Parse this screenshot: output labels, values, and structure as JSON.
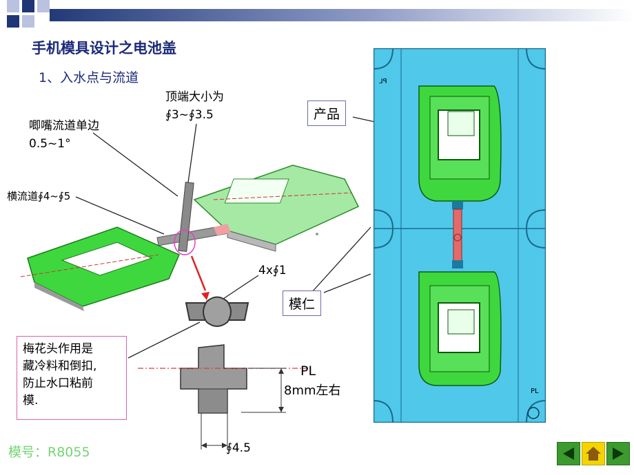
{
  "title": "手机模具设计之电池盖",
  "subtitle": "1、入水点与流道",
  "labels": {
    "tip_size_line1": "顶端大小为",
    "tip_size_line2": "∮3~∮3.5",
    "sprue_line1": "唧嘴流道单边",
    "sprue_line2": "0.5~1°",
    "runner": "横流道∮4~∮5",
    "plum": "4x∮1",
    "pl": "PL",
    "height": "8mm左右",
    "diameter": "∮4.5",
    "product": "产品",
    "insert": "模仁",
    "pl_mark_top": "PL",
    "pl_mark_bottom": "PL"
  },
  "note": {
    "line1": "梅花头作用是",
    "line2": "藏冷料和倒扣,",
    "line3": "防止水口粘前",
    "line4": "模."
  },
  "model_number": "模号：R8055",
  "nav": {
    "prev": "previous-arrow-icon",
    "home": "home-icon",
    "next": "next-arrow-icon"
  },
  "colors": {
    "title": "#1b2a7a",
    "mold_blue": "#4fc8ea",
    "part_green": "#22dd22",
    "runner_red": "#e46a6a",
    "note_border": "#e060a8",
    "model_number": "#74d474",
    "nav_green": "#3c9a2e",
    "nav_home": "#f4d400"
  }
}
